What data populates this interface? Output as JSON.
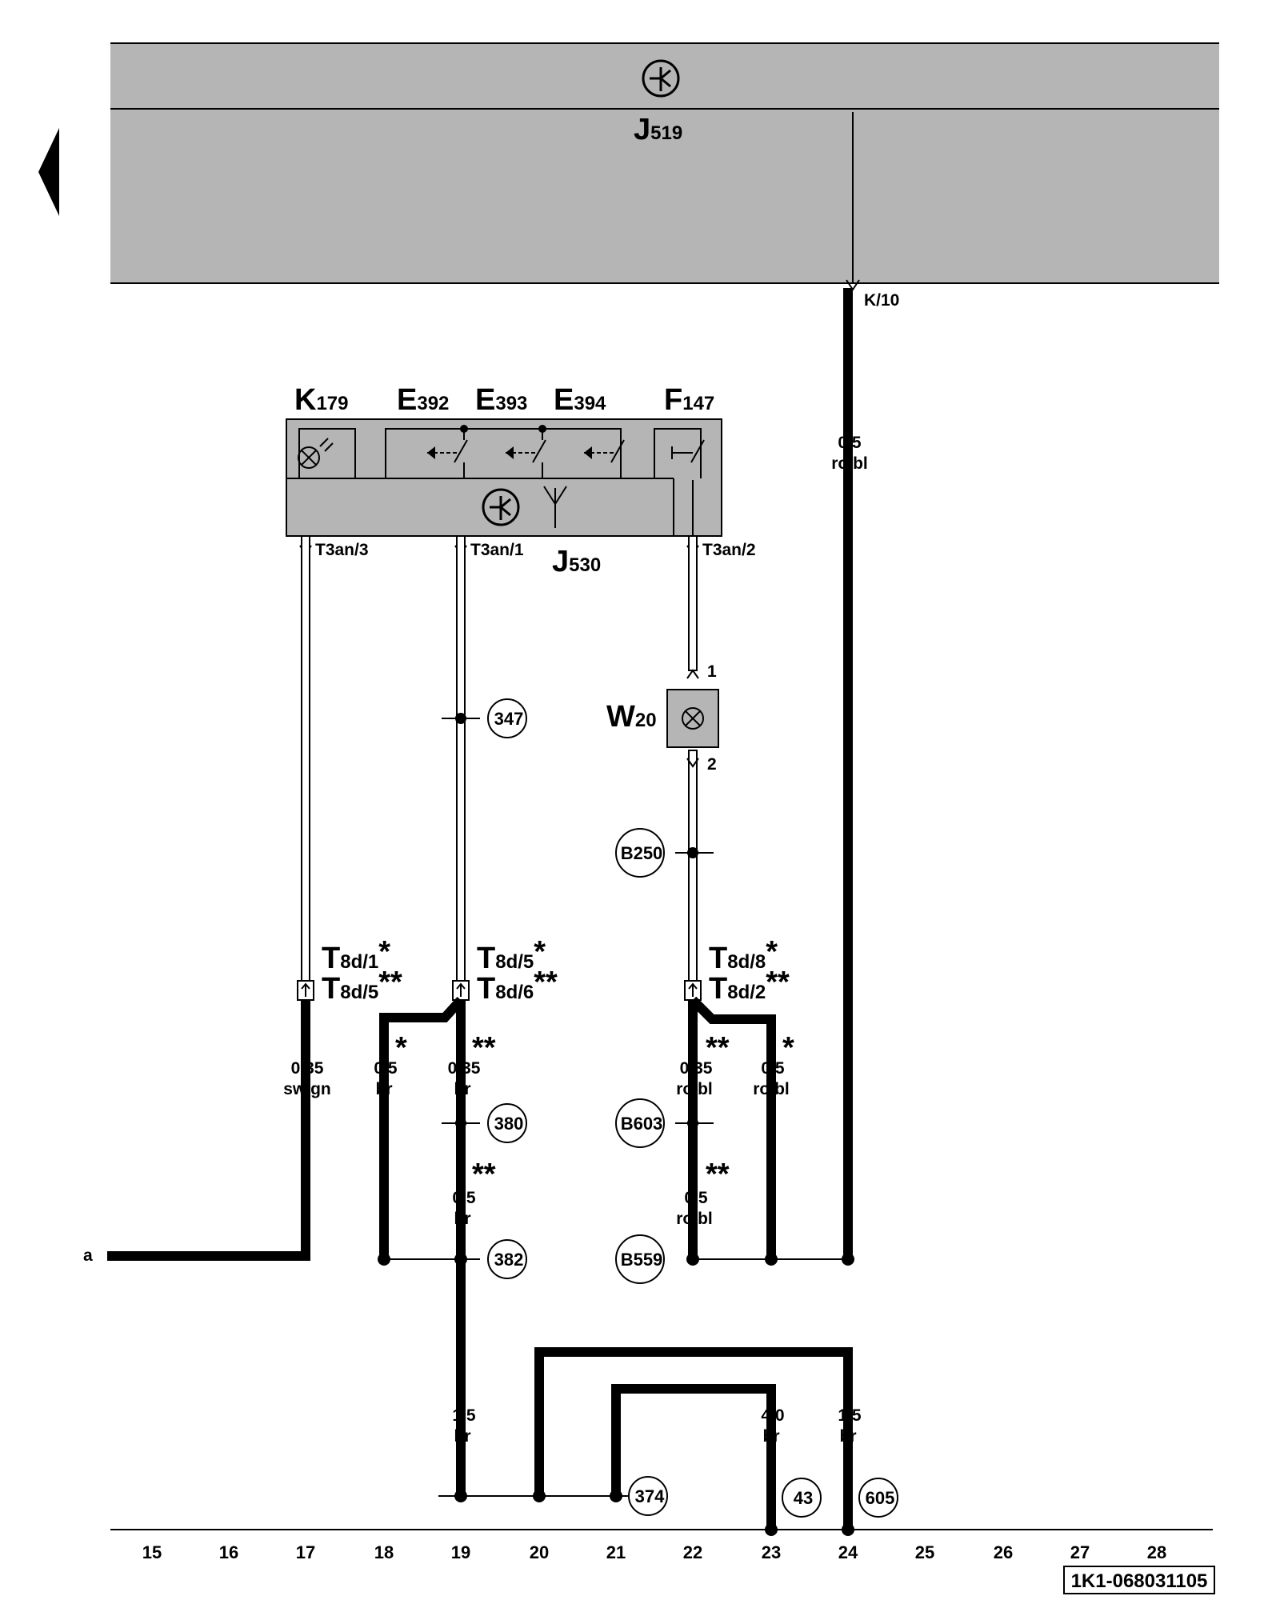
{
  "units": {
    "J519": {
      "letter": "J",
      "sub": "519"
    },
    "K179": {
      "letter": "K",
      "sub": "179"
    },
    "E392": {
      "letter": "E",
      "sub": "392"
    },
    "E393": {
      "letter": "E",
      "sub": "393"
    },
    "E394": {
      "letter": "E",
      "sub": "394"
    },
    "F147": {
      "letter": "F",
      "sub": "147"
    },
    "J530": {
      "letter": "J",
      "sub": "530"
    },
    "W20": {
      "letter": "W",
      "sub": "20"
    }
  },
  "pins": {
    "k10": "K/10",
    "t3an3": "T3an/3",
    "t3an1": "T3an/1",
    "t3an2": "T3an/2",
    "w20_1": "1",
    "w20_2": "2"
  },
  "connectors": {
    "c17": [
      {
        "letter": "T",
        "sub": "8d/1",
        "mark": "*"
      },
      {
        "letter": "T",
        "sub": "8d/5",
        "mark": "**"
      }
    ],
    "c19": [
      {
        "letter": "T",
        "sub": "8d/5",
        "mark": "*"
      },
      {
        "letter": "T",
        "sub": "8d/6",
        "mark": "**"
      }
    ],
    "c22": [
      {
        "letter": "T",
        "sub": "8d/8",
        "mark": "*"
      },
      {
        "letter": "T",
        "sub": "8d/2",
        "mark": "**"
      }
    ]
  },
  "wires": {
    "w24_top": {
      "size": "0,5",
      "color": "ro/bl"
    },
    "w17": {
      "size": "0,35",
      "color": "sw/gn"
    },
    "w18": {
      "size": "0,5",
      "color": "br",
      "mark": "*"
    },
    "w19a": {
      "size": "0,35",
      "color": "br",
      "mark": "**"
    },
    "w19b": {
      "size": "0,5",
      "color": "br",
      "mark": "**"
    },
    "w22a": {
      "size": "0,35",
      "color": "ro/bl",
      "mark": "**"
    },
    "w22b": {
      "size": "0,5",
      "color": "ro/bl",
      "mark": "**"
    },
    "w23r": {
      "size": "0,5",
      "color": "ro/bl",
      "mark": "*"
    },
    "w19c": {
      "size": "1,5",
      "color": "br"
    },
    "w23": {
      "size": "4,0",
      "color": "br"
    },
    "w24": {
      "size": "1,5",
      "color": "br"
    }
  },
  "circles": {
    "c347": "347",
    "cB250": "B250",
    "c380": "380",
    "cB603": "B603",
    "c382": "382",
    "cB559": "B559",
    "c374": "374",
    "c43": "43",
    "c605": "605"
  },
  "side_label_a": "a",
  "tracks": [
    "15",
    "16",
    "17",
    "18",
    "19",
    "20",
    "21",
    "22",
    "23",
    "24",
    "25",
    "26",
    "27",
    "28"
  ],
  "reference": "1K1-068031105"
}
